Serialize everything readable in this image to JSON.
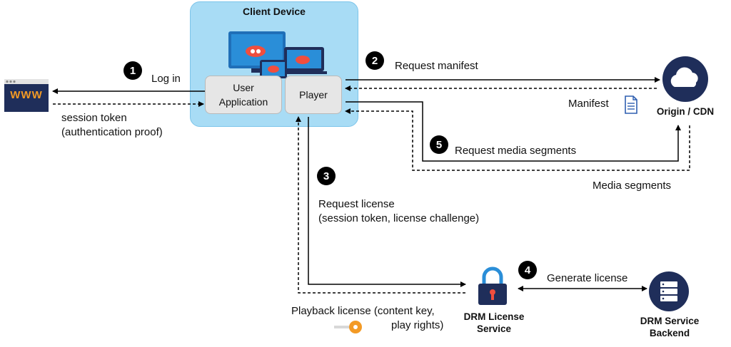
{
  "client": {
    "title": "Client Device",
    "user_app": "User\nApplication",
    "player": "Player"
  },
  "steps": {
    "s1": "1",
    "s2": "2",
    "s3": "3",
    "s4": "4",
    "s5": "5"
  },
  "labels": {
    "log_in": "Log in",
    "session_token": "session token",
    "auth_proof": "(authentication proof)",
    "request_manifest": "Request manifest",
    "manifest": "Manifest",
    "request_media": "Request media segments",
    "media_segments": "Media segments",
    "request_license": "Request license",
    "request_license_params": "(session token, license challenge)",
    "playback_license": "Playback license (content key,",
    "play_rights": "play rights)",
    "generate_license": "Generate license"
  },
  "nodes": {
    "origin": "Origin / CDN",
    "drm_license": "DRM License\nService",
    "drm_backend": "DRM Service\nBackend",
    "website_logo": "WWW"
  },
  "colors": {
    "navy": "#1f2e5a",
    "client_bg": "#a8dcf5",
    "orange": "#f39a25",
    "doc_blue": "#2f5fb0",
    "screen_blue": "#2a8ed8"
  }
}
